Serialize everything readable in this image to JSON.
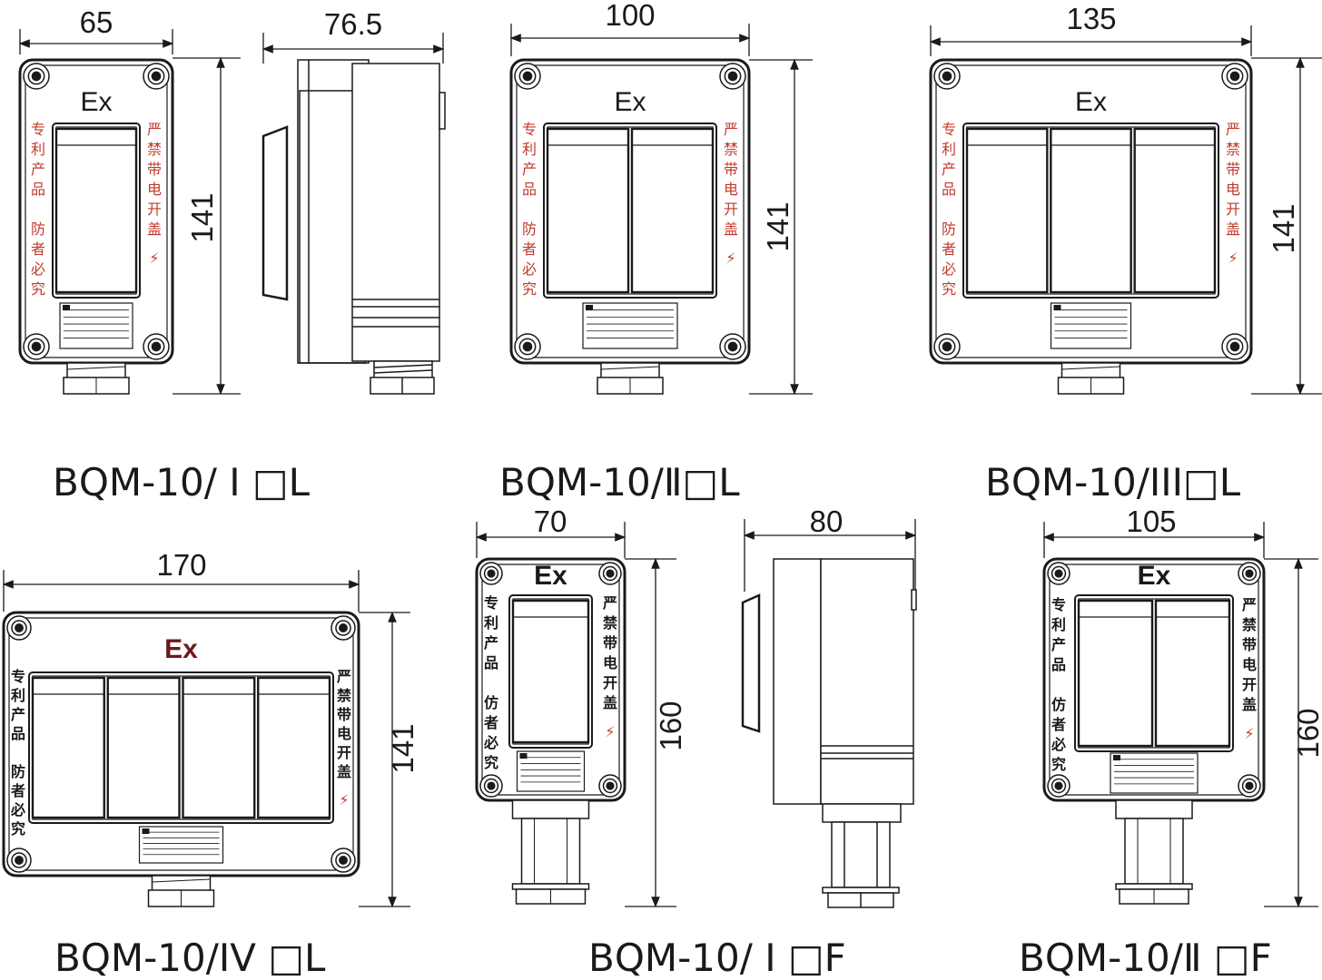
{
  "colors": {
    "line": "#1a1a1a",
    "red_text": "#c0392b",
    "ex_dark_red": "#6b1a1a",
    "background": "#ffffff"
  },
  "dimensions": {
    "d1_width": "65",
    "d1_height": "141",
    "side1_depth": "76.5",
    "d2_width": "100",
    "d2_height": "141",
    "d3_width": "135",
    "d3_height": "141",
    "d4_width": "170",
    "d4_height": "141",
    "d5_width": "70",
    "d5_height": "160",
    "side2_depth": "80",
    "d6_width": "105",
    "d6_height": "160"
  },
  "models": {
    "m1": "BQM-10/ Ⅰ □L",
    "m2": "BQM-10/Ⅱ□L",
    "m3": "BQM-10/III□L",
    "m4": "BQM-10/IV □L",
    "m5": "BQM-10/ Ⅰ □F",
    "m6": "BQM-10/Ⅱ □F"
  },
  "enclosure_text": {
    "ex_mark": "Ex",
    "left_warning": [
      "专",
      "利",
      "产",
      "品",
      "",
      "防",
      "者",
      "必",
      "究"
    ],
    "left_warning_f": [
      "专",
      "利",
      "产",
      "品",
      "",
      "仿",
      "者",
      "必",
      "究"
    ],
    "right_warning": [
      "严",
      "禁",
      "带",
      "电",
      "开",
      "盖"
    ],
    "lightning_icon": "⚡"
  },
  "icons": {
    "screw": "screw-icon",
    "lightning": "lightning-icon",
    "nameplate": "nameplate-icon"
  }
}
